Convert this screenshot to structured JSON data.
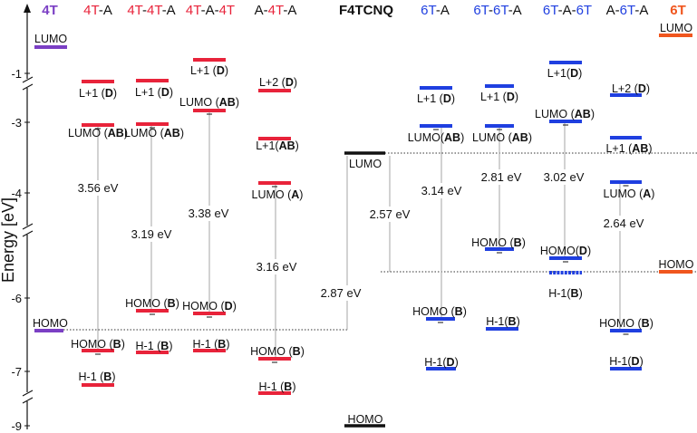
{
  "y_axis": {
    "label": "Energy [eV]",
    "ticks": [
      "-1",
      "-3",
      "-4",
      "-6",
      "-7",
      "-9"
    ]
  },
  "colors": {
    "black": "#111111",
    "purple": "#7b3fc4",
    "red": "#e8233a",
    "blue": "#1f3fe0",
    "orange": "#f0561e",
    "gray": "#a6a6a6",
    "dotted": "#333333"
  },
  "headers": [
    {
      "parts": [
        {
          "t": "4T",
          "c": "purple",
          "b": true
        }
      ]
    },
    {
      "parts": [
        {
          "t": "4T",
          "c": "red"
        },
        {
          "t": "-A",
          "c": "black"
        }
      ]
    },
    {
      "parts": [
        {
          "t": "4T",
          "c": "red"
        },
        {
          "t": "-",
          "c": "black"
        },
        {
          "t": "4T",
          "c": "red"
        },
        {
          "t": "-A",
          "c": "black"
        }
      ]
    },
    {
      "parts": [
        {
          "t": "4T",
          "c": "red"
        },
        {
          "t": "-A-",
          "c": "black"
        },
        {
          "t": "4T",
          "c": "red"
        }
      ]
    },
    {
      "parts": [
        {
          "t": "A-",
          "c": "black"
        },
        {
          "t": "4T",
          "c": "red"
        },
        {
          "t": "-A",
          "c": "black"
        }
      ]
    },
    {
      "parts": [
        {
          "t": "F4TCNQ",
          "c": "black",
          "b": true
        }
      ]
    },
    {
      "parts": [
        {
          "t": "6T",
          "c": "blue"
        },
        {
          "t": "-A",
          "c": "black"
        }
      ]
    },
    {
      "parts": [
        {
          "t": "6T",
          "c": "blue"
        },
        {
          "t": "-",
          "c": "black"
        },
        {
          "t": "6T",
          "c": "blue"
        },
        {
          "t": "-A",
          "c": "black"
        }
      ]
    },
    {
      "parts": [
        {
          "t": "6T",
          "c": "blue"
        },
        {
          "t": "-A-",
          "c": "black"
        },
        {
          "t": "6T",
          "c": "blue"
        }
      ]
    },
    {
      "parts": [
        {
          "t": "A-",
          "c": "black"
        },
        {
          "t": "6T",
          "c": "blue"
        },
        {
          "t": "-A",
          "c": "black"
        }
      ]
    },
    {
      "parts": [
        {
          "t": "6T",
          "c": "orange",
          "b": true
        }
      ]
    }
  ],
  "levels": [
    {
      "color": "purple",
      "parts": [
        {
          "t": "LUMO"
        }
      ]
    },
    {
      "color": "purple",
      "parts": [
        {
          "t": "HOMO"
        }
      ]
    },
    {
      "color": "red",
      "parts": [
        {
          "t": "L+1 ("
        },
        {
          "t": "D",
          "b": true
        },
        {
          "t": ")"
        }
      ]
    },
    {
      "color": "red",
      "parts": [
        {
          "t": "LUMO ("
        },
        {
          "t": "AB",
          "b": true
        },
        {
          "t": ")"
        }
      ]
    },
    {
      "color": "red",
      "parts": [
        {
          "t": "HOMO ("
        },
        {
          "t": "B",
          "b": true
        },
        {
          "t": ")"
        }
      ]
    },
    {
      "color": "red",
      "parts": [
        {
          "t": "H-1 ("
        },
        {
          "t": "B",
          "b": true
        },
        {
          "t": ")"
        }
      ]
    },
    {
      "color": "red",
      "parts": [
        {
          "t": "L+1 ("
        },
        {
          "t": "D",
          "b": true
        },
        {
          "t": ")"
        }
      ]
    },
    {
      "color": "red",
      "parts": [
        {
          "t": "LUMO ("
        },
        {
          "t": "AB",
          "b": true
        },
        {
          "t": ")"
        }
      ]
    },
    {
      "color": "red",
      "parts": [
        {
          "t": "HOMO ("
        },
        {
          "t": "B",
          "b": true
        },
        {
          "t": ")"
        }
      ]
    },
    {
      "color": "red",
      "parts": [
        {
          "t": "H-1 ("
        },
        {
          "t": "B",
          "b": true
        },
        {
          "t": ")"
        }
      ]
    },
    {
      "color": "red",
      "parts": [
        {
          "t": "L+1 ("
        },
        {
          "t": "D",
          "b": true
        },
        {
          "t": ")"
        }
      ]
    },
    {
      "color": "red",
      "parts": [
        {
          "t": "LUMO ("
        },
        {
          "t": "AB",
          "b": true
        },
        {
          "t": ")"
        }
      ]
    },
    {
      "color": "red",
      "parts": [
        {
          "t": "HOMO ("
        },
        {
          "t": "D",
          "b": true
        },
        {
          "t": ")"
        }
      ]
    },
    {
      "color": "red",
      "parts": [
        {
          "t": "H-1 ("
        },
        {
          "t": "B",
          "b": true
        },
        {
          "t": ")"
        }
      ]
    },
    {
      "color": "red",
      "parts": [
        {
          "t": "L+2 ("
        },
        {
          "t": "D",
          "b": true
        },
        {
          "t": ")"
        }
      ]
    },
    {
      "color": "red",
      "parts": [
        {
          "t": "L+1("
        },
        {
          "t": "AB",
          "b": true
        },
        {
          "t": ")"
        }
      ]
    },
    {
      "color": "red",
      "parts": [
        {
          "t": "LUMO ("
        },
        {
          "t": "A",
          "b": true
        },
        {
          "t": ")"
        }
      ]
    },
    {
      "color": "red",
      "parts": [
        {
          "t": "HOMO ("
        },
        {
          "t": "B",
          "b": true
        },
        {
          "t": ")"
        }
      ]
    },
    {
      "color": "red",
      "parts": [
        {
          "t": "H-1 ("
        },
        {
          "t": "B",
          "b": true
        },
        {
          "t": ")"
        }
      ]
    },
    {
      "color": "black",
      "parts": [
        {
          "t": "LUMO"
        }
      ]
    },
    {
      "color": "black",
      "parts": [
        {
          "t": "HOMO"
        }
      ]
    },
    {
      "color": "blue",
      "parts": [
        {
          "t": "L+1 ("
        },
        {
          "t": "D",
          "b": true
        },
        {
          "t": ")"
        }
      ]
    },
    {
      "color": "blue",
      "parts": [
        {
          "t": "LUMO("
        },
        {
          "t": "AB",
          "b": true
        },
        {
          "t": ")"
        }
      ]
    },
    {
      "color": "blue",
      "parts": [
        {
          "t": "HOMO ("
        },
        {
          "t": "B",
          "b": true
        },
        {
          "t": ")"
        }
      ]
    },
    {
      "color": "blue",
      "parts": [
        {
          "t": "H-1("
        },
        {
          "t": "D",
          "b": true
        },
        {
          "t": ")"
        }
      ]
    },
    {
      "color": "blue",
      "parts": [
        {
          "t": "L+1 ("
        },
        {
          "t": "D",
          "b": true
        },
        {
          "t": ")"
        }
      ]
    },
    {
      "color": "blue",
      "parts": [
        {
          "t": "LUMO ("
        },
        {
          "t": "AB",
          "b": true
        },
        {
          "t": ")"
        }
      ]
    },
    {
      "color": "blue",
      "parts": [
        {
          "t": "HOMO ("
        },
        {
          "t": "B",
          "b": true
        },
        {
          "t": ")"
        }
      ]
    },
    {
      "color": "blue",
      "parts": [
        {
          "t": "H-1("
        },
        {
          "t": "B",
          "b": true
        },
        {
          "t": ")"
        }
      ]
    },
    {
      "color": "blue",
      "parts": [
        {
          "t": "L+1("
        },
        {
          "t": "D",
          "b": true
        },
        {
          "t": ")"
        }
      ]
    },
    {
      "color": "blue",
      "parts": [
        {
          "t": "LUMO ("
        },
        {
          "t": "AB",
          "b": true
        },
        {
          "t": ")"
        }
      ]
    },
    {
      "color": "blue",
      "parts": [
        {
          "t": "HOMO("
        },
        {
          "t": "D",
          "b": true
        },
        {
          "t": ")"
        }
      ]
    },
    {
      "color": "blue",
      "parts": [
        {
          "t": "H-1("
        },
        {
          "t": "B",
          "b": true
        },
        {
          "t": ")"
        }
      ]
    },
    {
      "color": "blue",
      "parts": [
        {
          "t": "L+2 ("
        },
        {
          "t": "D",
          "b": true
        },
        {
          "t": ")"
        }
      ]
    },
    {
      "color": "blue",
      "parts": [
        {
          "t": "L+1 ("
        },
        {
          "t": "AB",
          "b": true
        },
        {
          "t": ")"
        }
      ]
    },
    {
      "color": "blue",
      "parts": [
        {
          "t": "LUMO ("
        },
        {
          "t": "A",
          "b": true
        },
        {
          "t": ")"
        }
      ]
    },
    {
      "color": "blue",
      "parts": [
        {
          "t": "HOMO ("
        },
        {
          "t": "B",
          "b": true
        },
        {
          "t": ")"
        }
      ]
    },
    {
      "color": "blue",
      "parts": [
        {
          "t": "H-1("
        },
        {
          "t": "D",
          "b": true
        },
        {
          "t": ")"
        }
      ]
    },
    {
      "color": "orange",
      "parts": [
        {
          "t": "LUMO"
        }
      ]
    },
    {
      "color": "orange",
      "parts": [
        {
          "t": "HOMO"
        }
      ]
    }
  ],
  "gaps": [
    "3.56 eV",
    "3.19 eV",
    "3.38 eV",
    "3.16 eV",
    "2.87 eV",
    "2.57 eV",
    "3.14 eV",
    "2.81 eV",
    "3.02 eV",
    "2.64 eV"
  ]
}
